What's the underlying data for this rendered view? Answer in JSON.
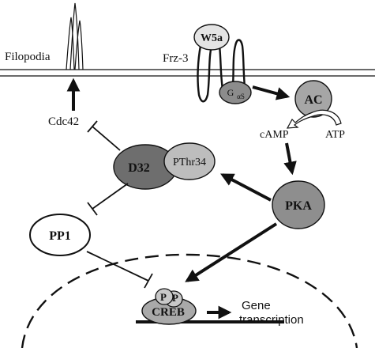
{
  "labels": {
    "filopodia": "Filopodia",
    "frz3": "Frz-3",
    "w5a": "W5a",
    "gas_main": "G",
    "gas_sub": "αS",
    "ac": "AC",
    "camp": "cAMP",
    "atp": "ATP",
    "cdc42": "Cdc42",
    "d32": "D32",
    "pthr34": "PThr34",
    "pka": "PKA",
    "pp1": "PP1",
    "p_left": "P",
    "p_right": "P",
    "creb": "CREB",
    "gene_line1": "Gene",
    "gene_line2": "transcription"
  },
  "colors": {
    "stroke": "#111111",
    "w5a_fill": "#e4e4e4",
    "gas_fill": "#8c8c8c",
    "ac_fill": "#a6a6a6",
    "d32_fill": "#6e6e6e",
    "pthr34_fill": "#bdbdbd",
    "pka_fill": "#8e8e8e",
    "p_fill": "#c8c8c8",
    "creb_fill": "#a9a9a9",
    "background": "#ffffff"
  }
}
